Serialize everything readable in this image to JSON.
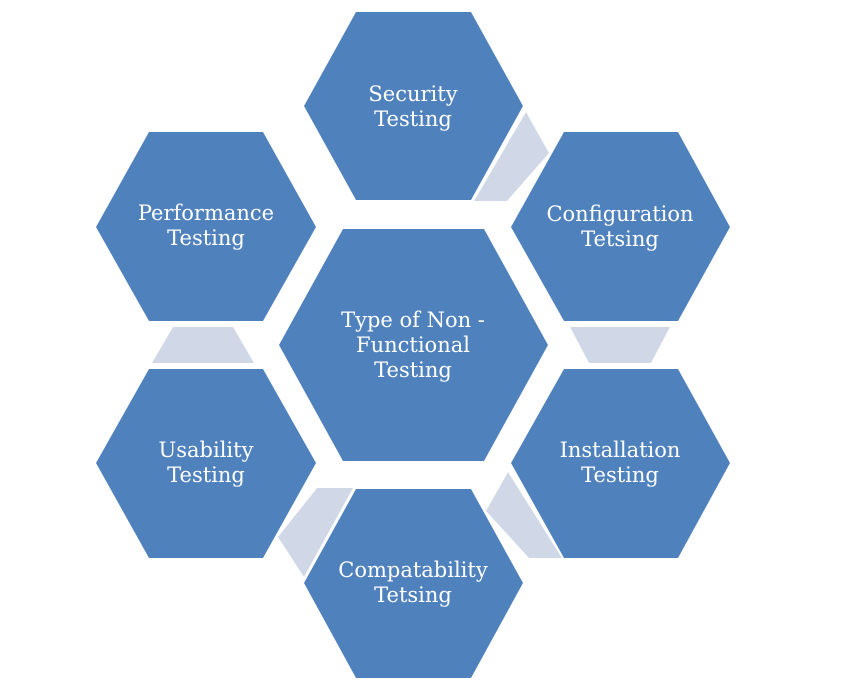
{
  "diagram": {
    "center": {
      "lines": [
        "Type of Non -",
        "Functional",
        "Testing"
      ]
    },
    "nodes": [
      {
        "id": "security",
        "lines": [
          "Security",
          "Testing"
        ]
      },
      {
        "id": "configuration",
        "lines": [
          "Configuration",
          "Tetsing"
        ]
      },
      {
        "id": "installation",
        "lines": [
          "Installation",
          "Testing"
        ]
      },
      {
        "id": "compatability",
        "lines": [
          "Compatability",
          "Tetsing"
        ]
      },
      {
        "id": "usability",
        "lines": [
          "Usability",
          "Testing"
        ]
      },
      {
        "id": "performance",
        "lines": [
          "Performance",
          "Testing"
        ]
      }
    ],
    "colors": {
      "hexagon": "#4f81bd",
      "connector": "#d0d8e8",
      "text": "#ffffff"
    }
  }
}
